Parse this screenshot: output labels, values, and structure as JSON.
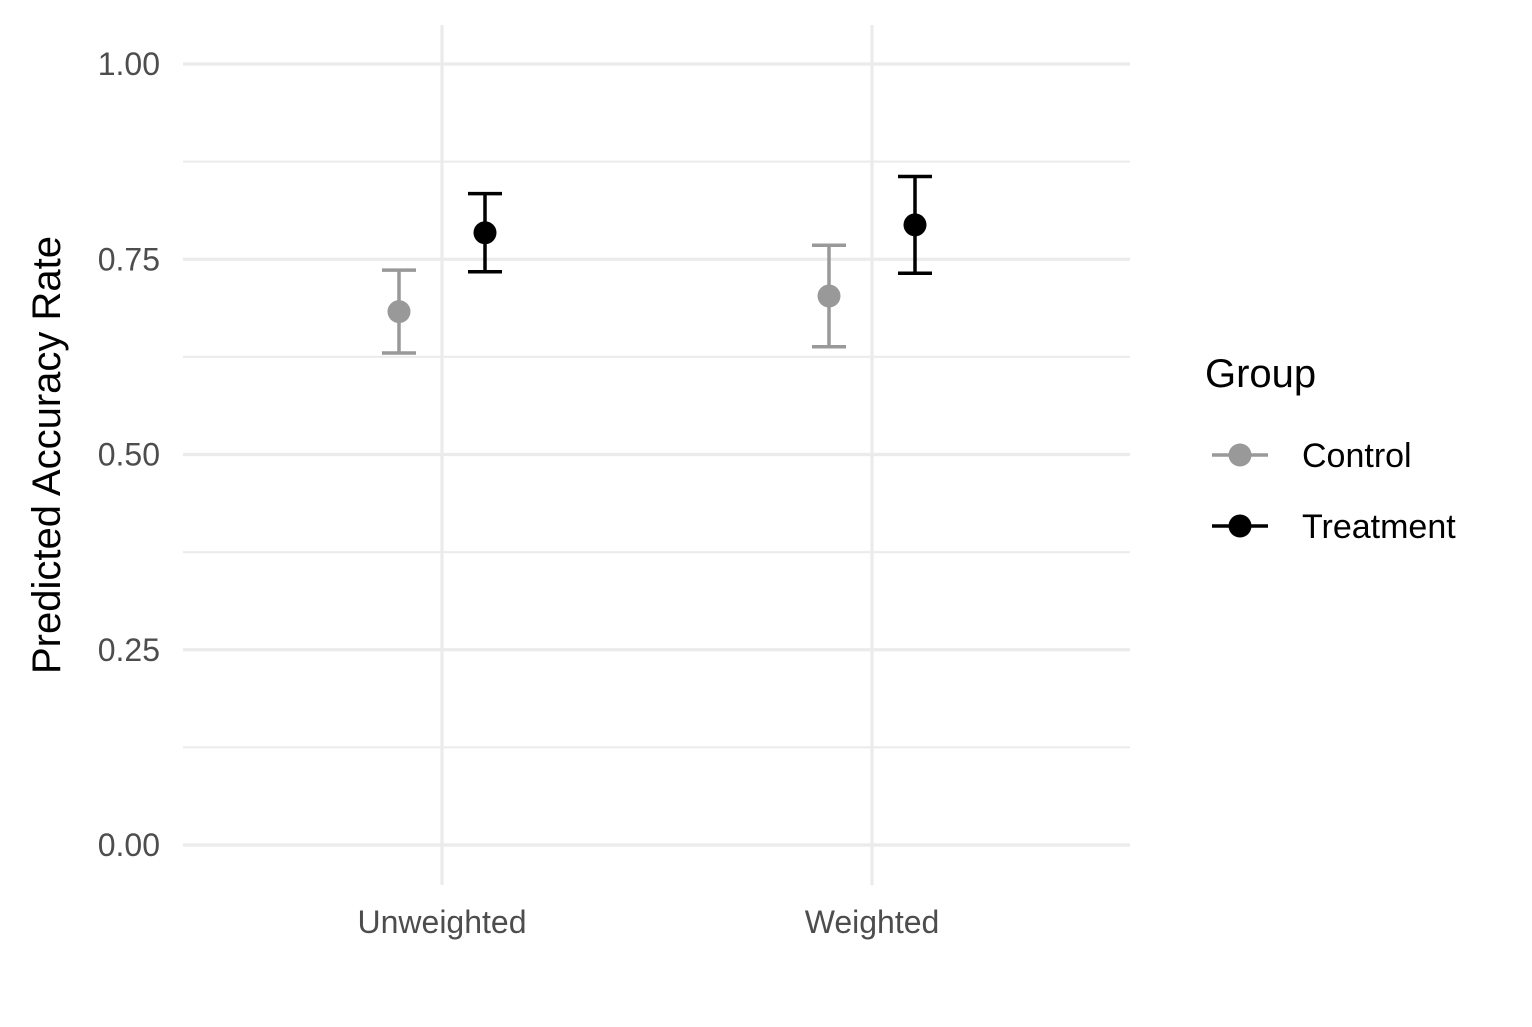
{
  "chart_data": {
    "type": "scatter",
    "subtype": "point-range with error bars",
    "categories": [
      "Unweighted",
      "Weighted"
    ],
    "ylabel": "Predicted Accuracy Rate",
    "xlabel": "",
    "ylim": [
      0,
      1
    ],
    "y_ticks": [
      "0.00",
      "0.25",
      "0.50",
      "0.75",
      "1.00"
    ],
    "grid": true,
    "legend": {
      "title": "Group",
      "position": "right"
    },
    "series": [
      {
        "name": "Control",
        "color": "#999999",
        "values": [
          0.683,
          0.703
        ],
        "lower": [
          0.63,
          0.638
        ],
        "upper": [
          0.736,
          0.768
        ]
      },
      {
        "name": "Treatment",
        "color": "#000000",
        "values": [
          0.784,
          0.794
        ],
        "lower": [
          0.734,
          0.732
        ],
        "upper": [
          0.834,
          0.856
        ]
      }
    ]
  }
}
